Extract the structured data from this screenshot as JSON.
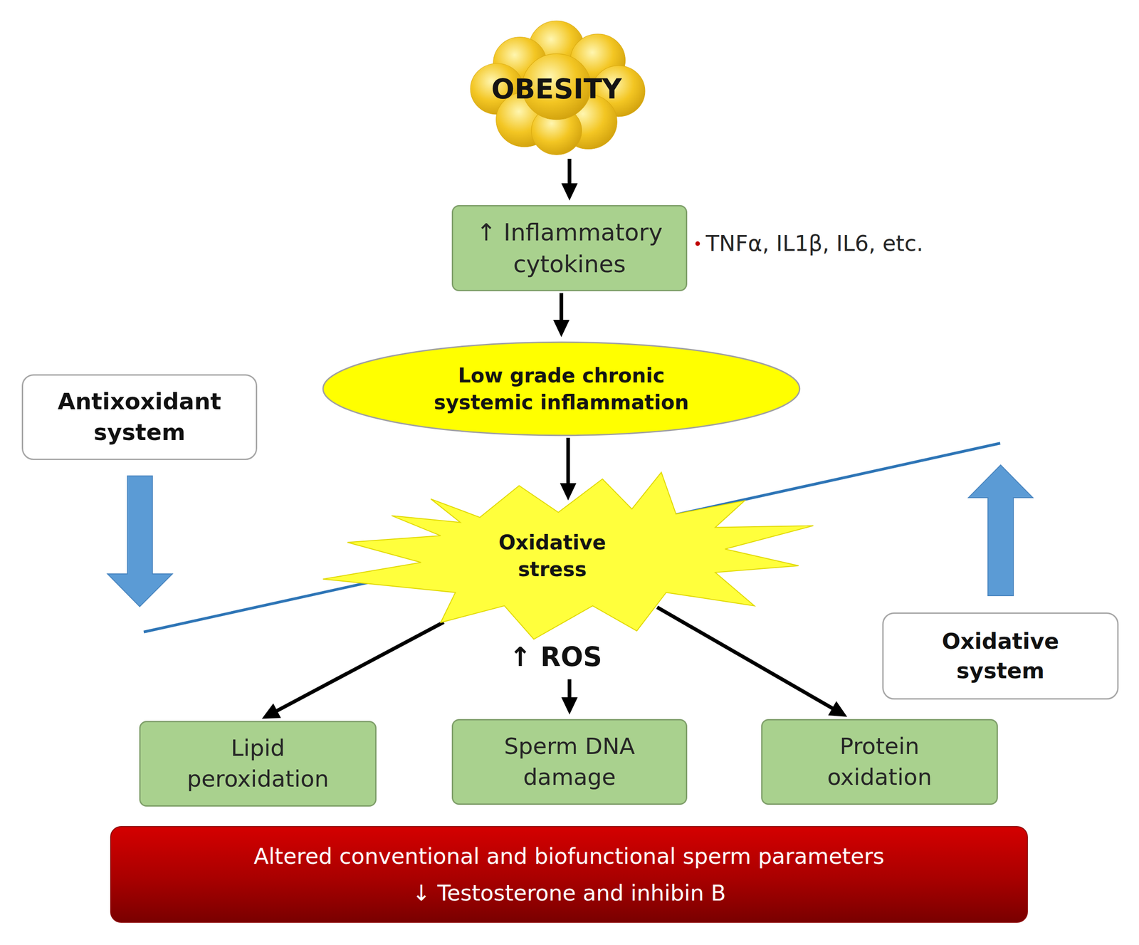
{
  "diagram": {
    "nodes": [
      {
        "text": [
          "OBESITY"
        ]
      },
      {
        "text": [
          "↑ Inflammatory cytokines"
        ]
      },
      {
        "text": [
          "Low grade chronic systemic inflammation"
        ]
      },
      {
        "text": [
          "Antixoxidant system"
        ]
      },
      {
        "text": [
          "Oxidative stress"
        ]
      },
      {
        "text": [
          "Oxidative system"
        ]
      },
      {
        "text": [
          "Lipid peroxidation"
        ]
      },
      {
        "text": [
          "Sperm DNA damage"
        ]
      },
      {
        "text": [
          "Protein oxidation"
        ]
      },
      {
        "text": [
          "Altered conventional and biofunctional sperm parameters",
          "↓ Testosterone and inhibin B"
        ]
      }
    ],
    "edges": [
      {
        "from": 0,
        "to": 1,
        "arrow": "to"
      },
      {
        "from": 1,
        "to": 2,
        "arrow": "to"
      },
      {
        "from": 2,
        "to": 4,
        "arrow": "to"
      },
      {
        "from": 4,
        "to": 6,
        "arrow": "to"
      },
      {
        "from": 4,
        "to": 7,
        "arrow": "to"
      },
      {
        "from": 4,
        "to": 8,
        "arrow": "to"
      }
    ],
    "labels": [
      "TNFα, IL1β, IL6, etc.",
      "↑ ROS"
    ]
  }
}
